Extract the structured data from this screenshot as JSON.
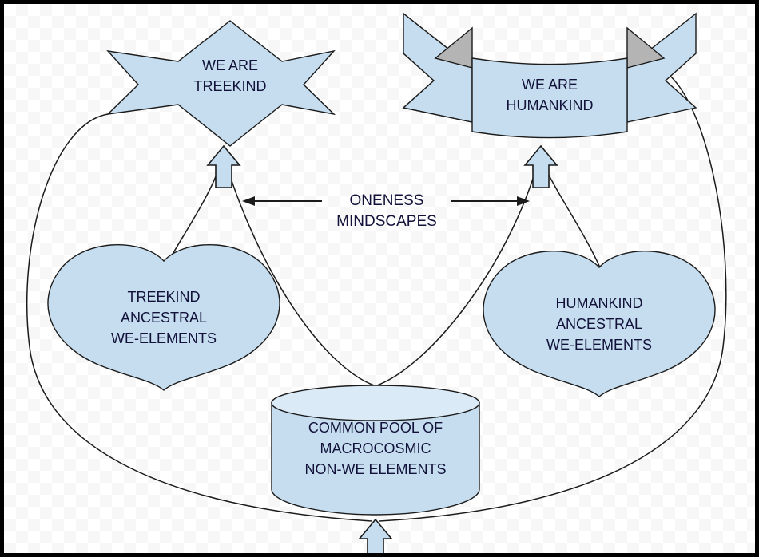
{
  "diagram": {
    "title": "Oneness Mindscapes",
    "background": "transparent-checkerboard",
    "frame_color": "#000000",
    "shape_fill": "#c5ddef",
    "shape_fill_light": "#dbeaf7",
    "fold_shade": "#b4b4b4",
    "stroke_color": "#1b1b1b",
    "text_color": "#12123a"
  },
  "nodes": {
    "treekind_star": {
      "shape": "six-point-star",
      "lines": [
        "WE ARE",
        "TREEKIND"
      ]
    },
    "humankind_banner": {
      "shape": "ribbon-banner",
      "lines": [
        "WE ARE",
        "HUMANKIND"
      ]
    },
    "treekind_heart": {
      "shape": "heart",
      "lines": [
        "TREEKIND",
        "ANCESTRAL",
        "WE-ELEMENTS"
      ]
    },
    "humankind_heart": {
      "shape": "heart",
      "lines": [
        "HUMANKIND",
        "ANCESTRAL",
        "WE-ELEMENTS"
      ]
    },
    "common_pool_cylinder": {
      "shape": "cylinder",
      "lines": [
        "COMMON POOL OF",
        "MACROCOSMIC",
        "NON-WE ELEMENTS"
      ]
    }
  },
  "center_annotation": {
    "lines": [
      "ONENESS",
      "MINDSCAPES"
    ],
    "left_arrow": "points-left",
    "right_arrow": "points-right"
  },
  "block_arrows": [
    {
      "name": "arrow-into-treekind-star",
      "direction": "up"
    },
    {
      "name": "arrow-into-humankind-banner",
      "direction": "up"
    },
    {
      "name": "arrow-into-common-pool",
      "direction": "up"
    }
  ]
}
